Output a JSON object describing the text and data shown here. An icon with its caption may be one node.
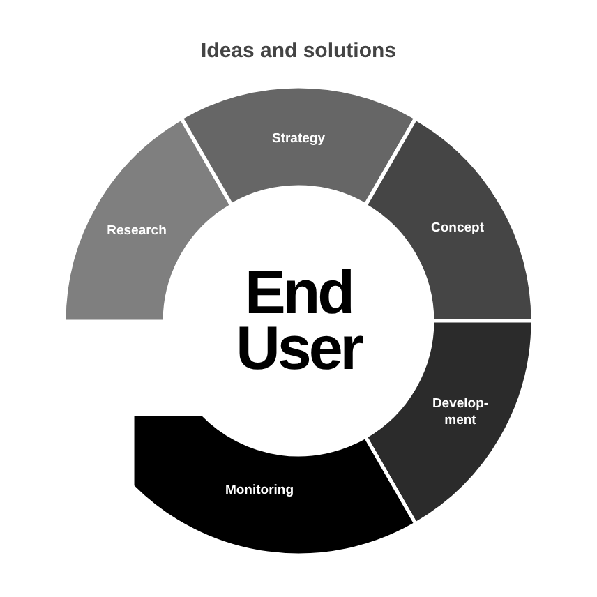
{
  "diagram": {
    "title": "Ideas and solutions",
    "nodes": [
      {
        "text": [
          "Research"
        ]
      },
      {
        "text": [
          "Strategy"
        ]
      },
      {
        "text": [
          "Concept"
        ]
      },
      {
        "text": [
          "Develop-ment"
        ]
      },
      {
        "text": [
          "Monitoring"
        ]
      },
      {
        "text": [
          "End User"
        ]
      }
    ]
  }
}
